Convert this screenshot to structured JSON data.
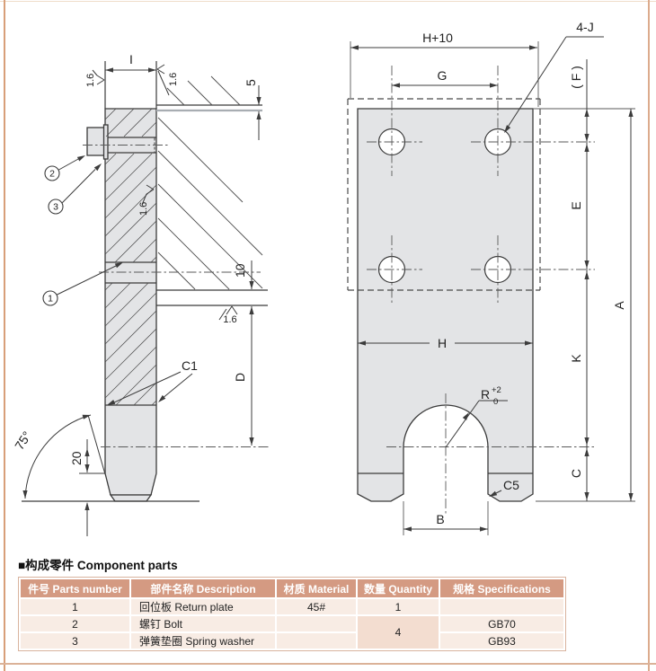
{
  "colors": {
    "header_bg": "#d49a82",
    "row_bg": "#f8ece4",
    "row_merged_bg": "#f3ddd0",
    "plate_fill": "#e3e4e6",
    "frame": "#d89f79"
  },
  "side_view": {
    "dim_width": "I",
    "dim_protrusion": "5",
    "dim_offset": "10",
    "dim_d": "D",
    "dim_20": "20",
    "angle": "75°",
    "chamfer_label": "C1",
    "roughness": "1.6",
    "balloon_1": "1",
    "balloon_2": "2",
    "balloon_3": "3"
  },
  "front_view": {
    "dim_width_total": "H+10",
    "dim_hole_spacing": "G",
    "hole_callout": "4-J",
    "dim_f": "( F )",
    "dim_e": "E",
    "dim_a": "A",
    "dim_h": "H",
    "dim_k": "K",
    "dim_c": "C",
    "dim_b": "B",
    "radius_r": "R",
    "radius_tol_upper": "+2",
    "radius_tol_lower": "0",
    "chamfer_label": "C5"
  },
  "table": {
    "title": "■构成零件 Component parts",
    "headers": [
      "件号 Parts number",
      "部件名称 Description",
      "材质 Material",
      "数量 Quantity",
      "规格 Specifications"
    ],
    "rows": [
      {
        "no": "1",
        "desc": "回位板 Return plate",
        "material": "45#",
        "qty": "1",
        "spec": ""
      },
      {
        "no": "2",
        "desc": "螺钉 Bolt",
        "material": "",
        "qty": "4",
        "spec": "GB70"
      },
      {
        "no": "3",
        "desc": "弹簧垫圈 Spring washer",
        "material": "",
        "qty": "",
        "spec": "GB93"
      }
    ]
  }
}
